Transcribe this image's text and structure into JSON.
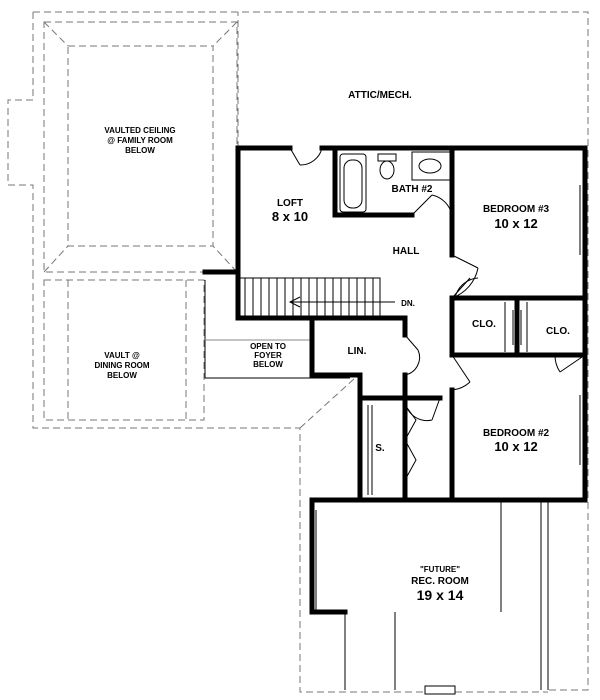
{
  "plan": {
    "rooms": {
      "attic": {
        "name": "ATTIC/MECH."
      },
      "vaulted_family": {
        "line1": "VAULTED CEILING",
        "line2": "@ FAMILY ROOM",
        "line3": "BELOW"
      },
      "vault_dining": {
        "line1": "VAULT @",
        "line2": "DINING ROOM",
        "line3": "BELOW"
      },
      "loft": {
        "name": "LOFT",
        "size": "8 x 10"
      },
      "bath2": {
        "name": "BATH #2"
      },
      "bedroom3": {
        "name": "BEDROOM #3",
        "size": "10 x 12"
      },
      "hall": {
        "name": "HALL"
      },
      "stair": {
        "label": "DN."
      },
      "clo_left": {
        "name": "CLO."
      },
      "clo_right": {
        "name": "CLO."
      },
      "open_foyer": {
        "line1": "OPEN TO",
        "line2": "FOYER",
        "line3": "BELOW"
      },
      "lin": {
        "name": "LIN."
      },
      "bedroom2": {
        "name": "BEDROOM #2",
        "size": "10 x 12"
      },
      "storage": {
        "name": "S."
      },
      "rec_room": {
        "tag": "\"FUTURE\"",
        "name": "REC. ROOM",
        "size": "19 x 14"
      }
    }
  }
}
